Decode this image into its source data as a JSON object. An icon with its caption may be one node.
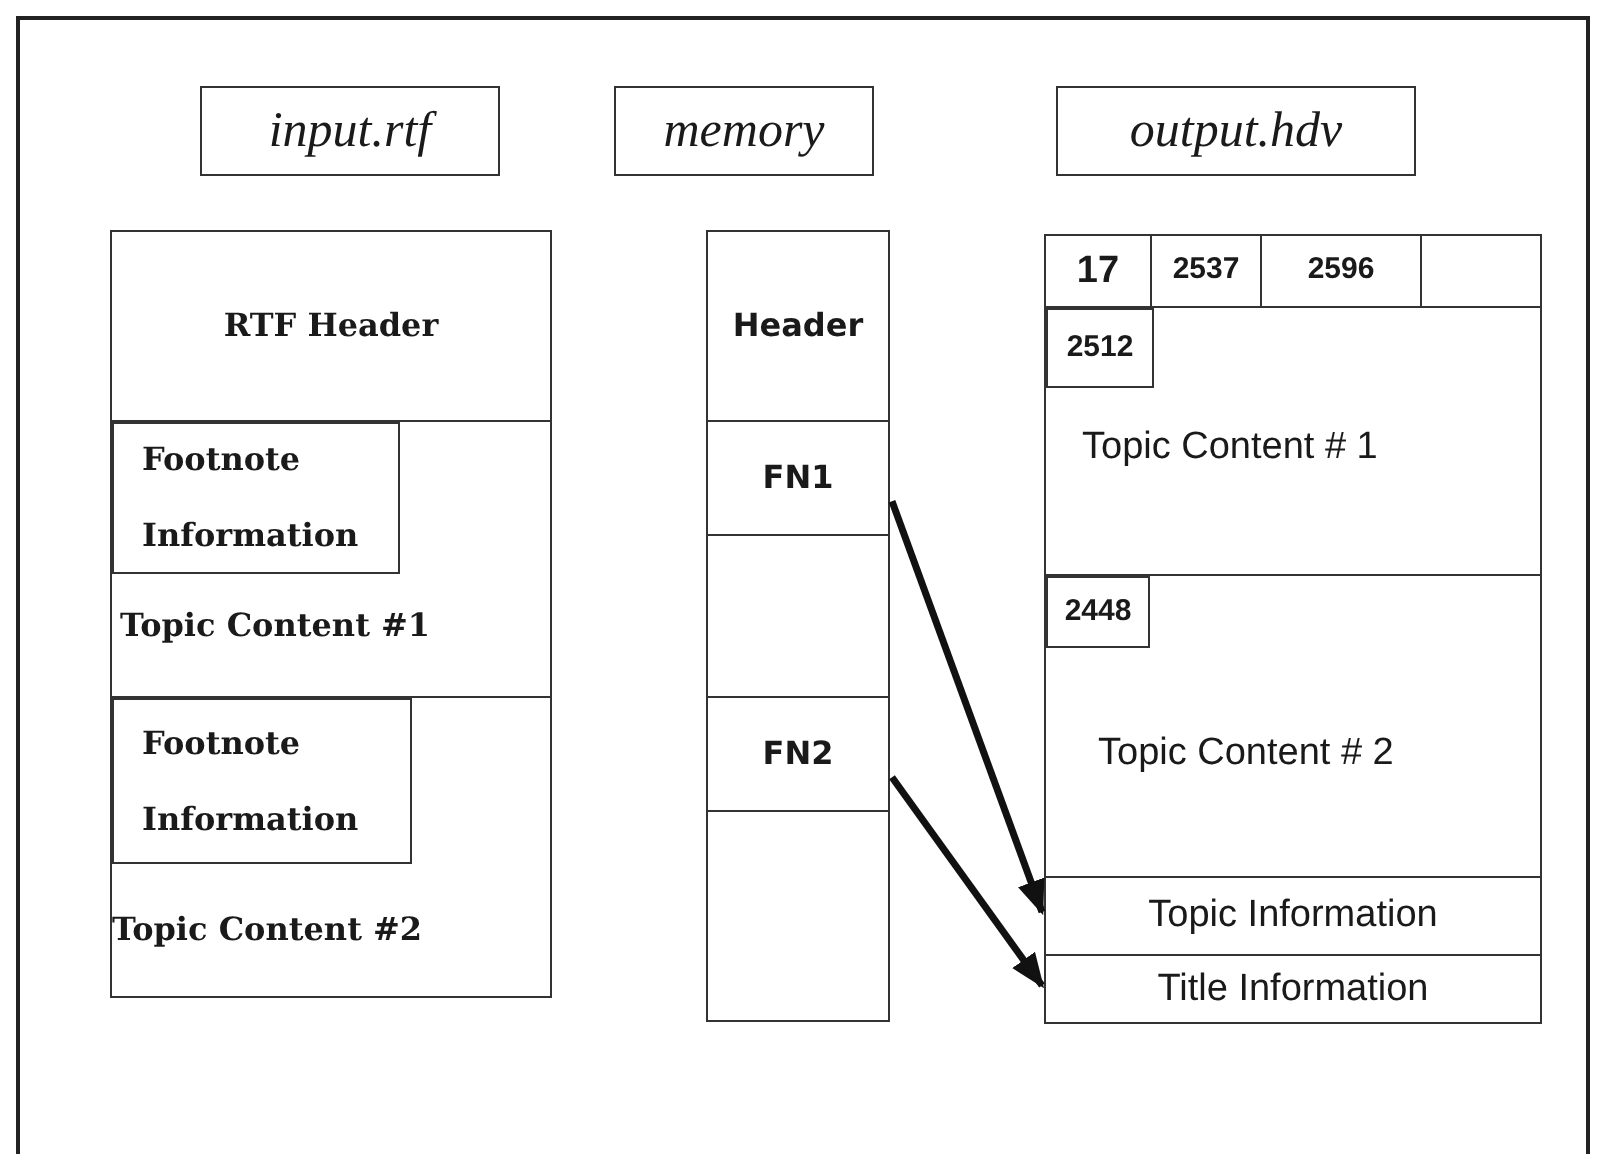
{
  "diagram": {
    "nodes": [
      {
        "text": [
          "input.rtf"
        ]
      },
      {
        "text": [
          "memory"
        ]
      },
      {
        "text": [
          "output.hdv"
        ]
      },
      {
        "text": [
          "RTF Header"
        ]
      },
      {
        "text": [
          "Topic Content #1"
        ]
      },
      {
        "text": [
          "Footnote Information"
        ],
        "in": 4
      },
      {
        "text": [
          "Topic Content #2"
        ]
      },
      {
        "text": [
          "Footnote Information"
        ],
        "in": 6
      },
      {
        "text": [
          "Header"
        ]
      },
      {
        "text": [
          "FN1"
        ]
      },
      {
        "text": [],
        "shape": "box"
      },
      {
        "text": [
          "FN2"
        ]
      },
      {
        "text": [],
        "shape": "box"
      },
      {
        "text": [
          "17"
        ]
      },
      {
        "text": [
          "2537"
        ]
      },
      {
        "text": [
          "2596"
        ]
      },
      {
        "text": [],
        "shape": "box"
      },
      {
        "text": [
          "Topic Content # 1"
        ]
      },
      {
        "text": [
          "2512"
        ],
        "in": 17
      },
      {
        "text": [
          "Topic Content # 2"
        ]
      },
      {
        "text": [
          "2448"
        ],
        "in": 19
      },
      {
        "text": [
          "Topic Information"
        ]
      },
      {
        "text": [
          "Title Information"
        ]
      }
    ],
    "edges": [
      {
        "from": 9,
        "to": 21,
        "arrow": "to"
      },
      {
        "from": 11,
        "to": 22,
        "arrow": "to"
      }
    ]
  }
}
